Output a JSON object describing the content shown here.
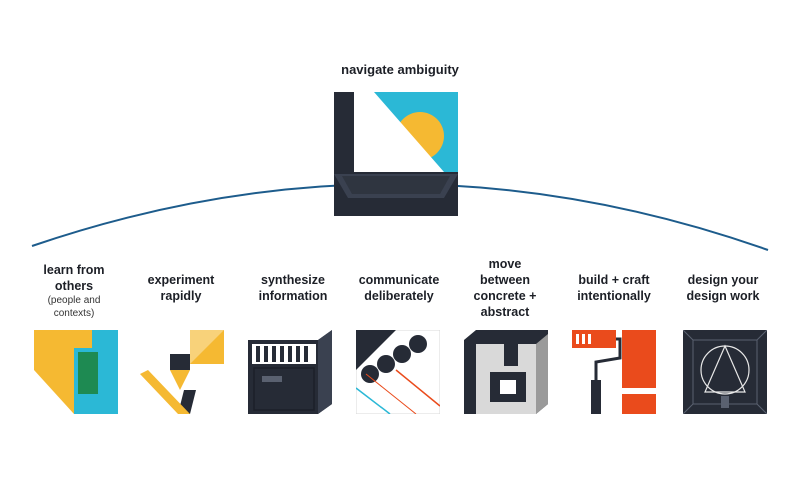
{
  "diagram": {
    "central": {
      "label": "navigate ambiguity",
      "icon": "ambiguity-icon"
    },
    "colors": {
      "navy": "#262b36",
      "cyan": "#2bb8d6",
      "yellow": "#f5b932",
      "green": "#1e8a52",
      "orange": "#ea4b1c",
      "arc": "#1d5c8c"
    },
    "skills": [
      {
        "label": "learn from\nothers",
        "sub": "(people and\ncontexts)",
        "icon": "learn-icon"
      },
      {
        "label": "experiment\nrapidly",
        "sub": "",
        "icon": "experiment-icon"
      },
      {
        "label": "synthesize\ninformation",
        "sub": "",
        "icon": "file-cabinet-icon"
      },
      {
        "label": "communicate\ndeliberately",
        "sub": "",
        "icon": "communicate-icon"
      },
      {
        "label": "move\nbetween\nconcrete +\nabstract",
        "sub": "",
        "icon": "concrete-abstract-icon"
      },
      {
        "label": "build + craft\nintentionally",
        "sub": "",
        "icon": "paint-roller-icon"
      },
      {
        "label": "design your\ndesign work",
        "sub": "",
        "icon": "design-frame-icon"
      }
    ]
  }
}
